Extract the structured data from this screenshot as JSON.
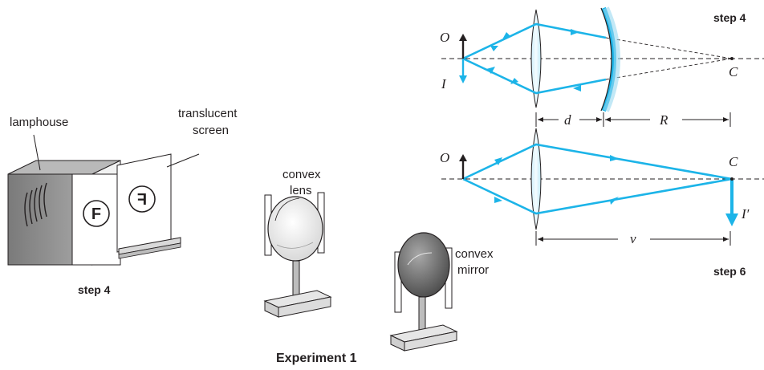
{
  "colors": {
    "ray": "#1cb4e8",
    "ink": "#231f20",
    "lamphouse": "#8c8c8c",
    "mirror_shade": "#6e6e6e"
  },
  "left": {
    "lamphouse_label": "lamphouse",
    "screen_label_line1": "translucent",
    "screen_label_line2": "screen",
    "letter_F": "F",
    "step_label": "step 4"
  },
  "middle": {
    "lens_label_line1": "convex",
    "lens_label_line2": "lens",
    "mirror_label_line1": "convex",
    "mirror_label_line2": "mirror",
    "caption": "Experiment 1"
  },
  "diagram_top": {
    "step_label": "step 4",
    "object_label": "O",
    "image_label": "I",
    "center_label": "C",
    "distance_d": "d",
    "distance_R": "R"
  },
  "diagram_bottom": {
    "step_label": "step 6",
    "object_label": "O",
    "center_label": "C",
    "image_label": "I′",
    "distance_v": "v"
  }
}
